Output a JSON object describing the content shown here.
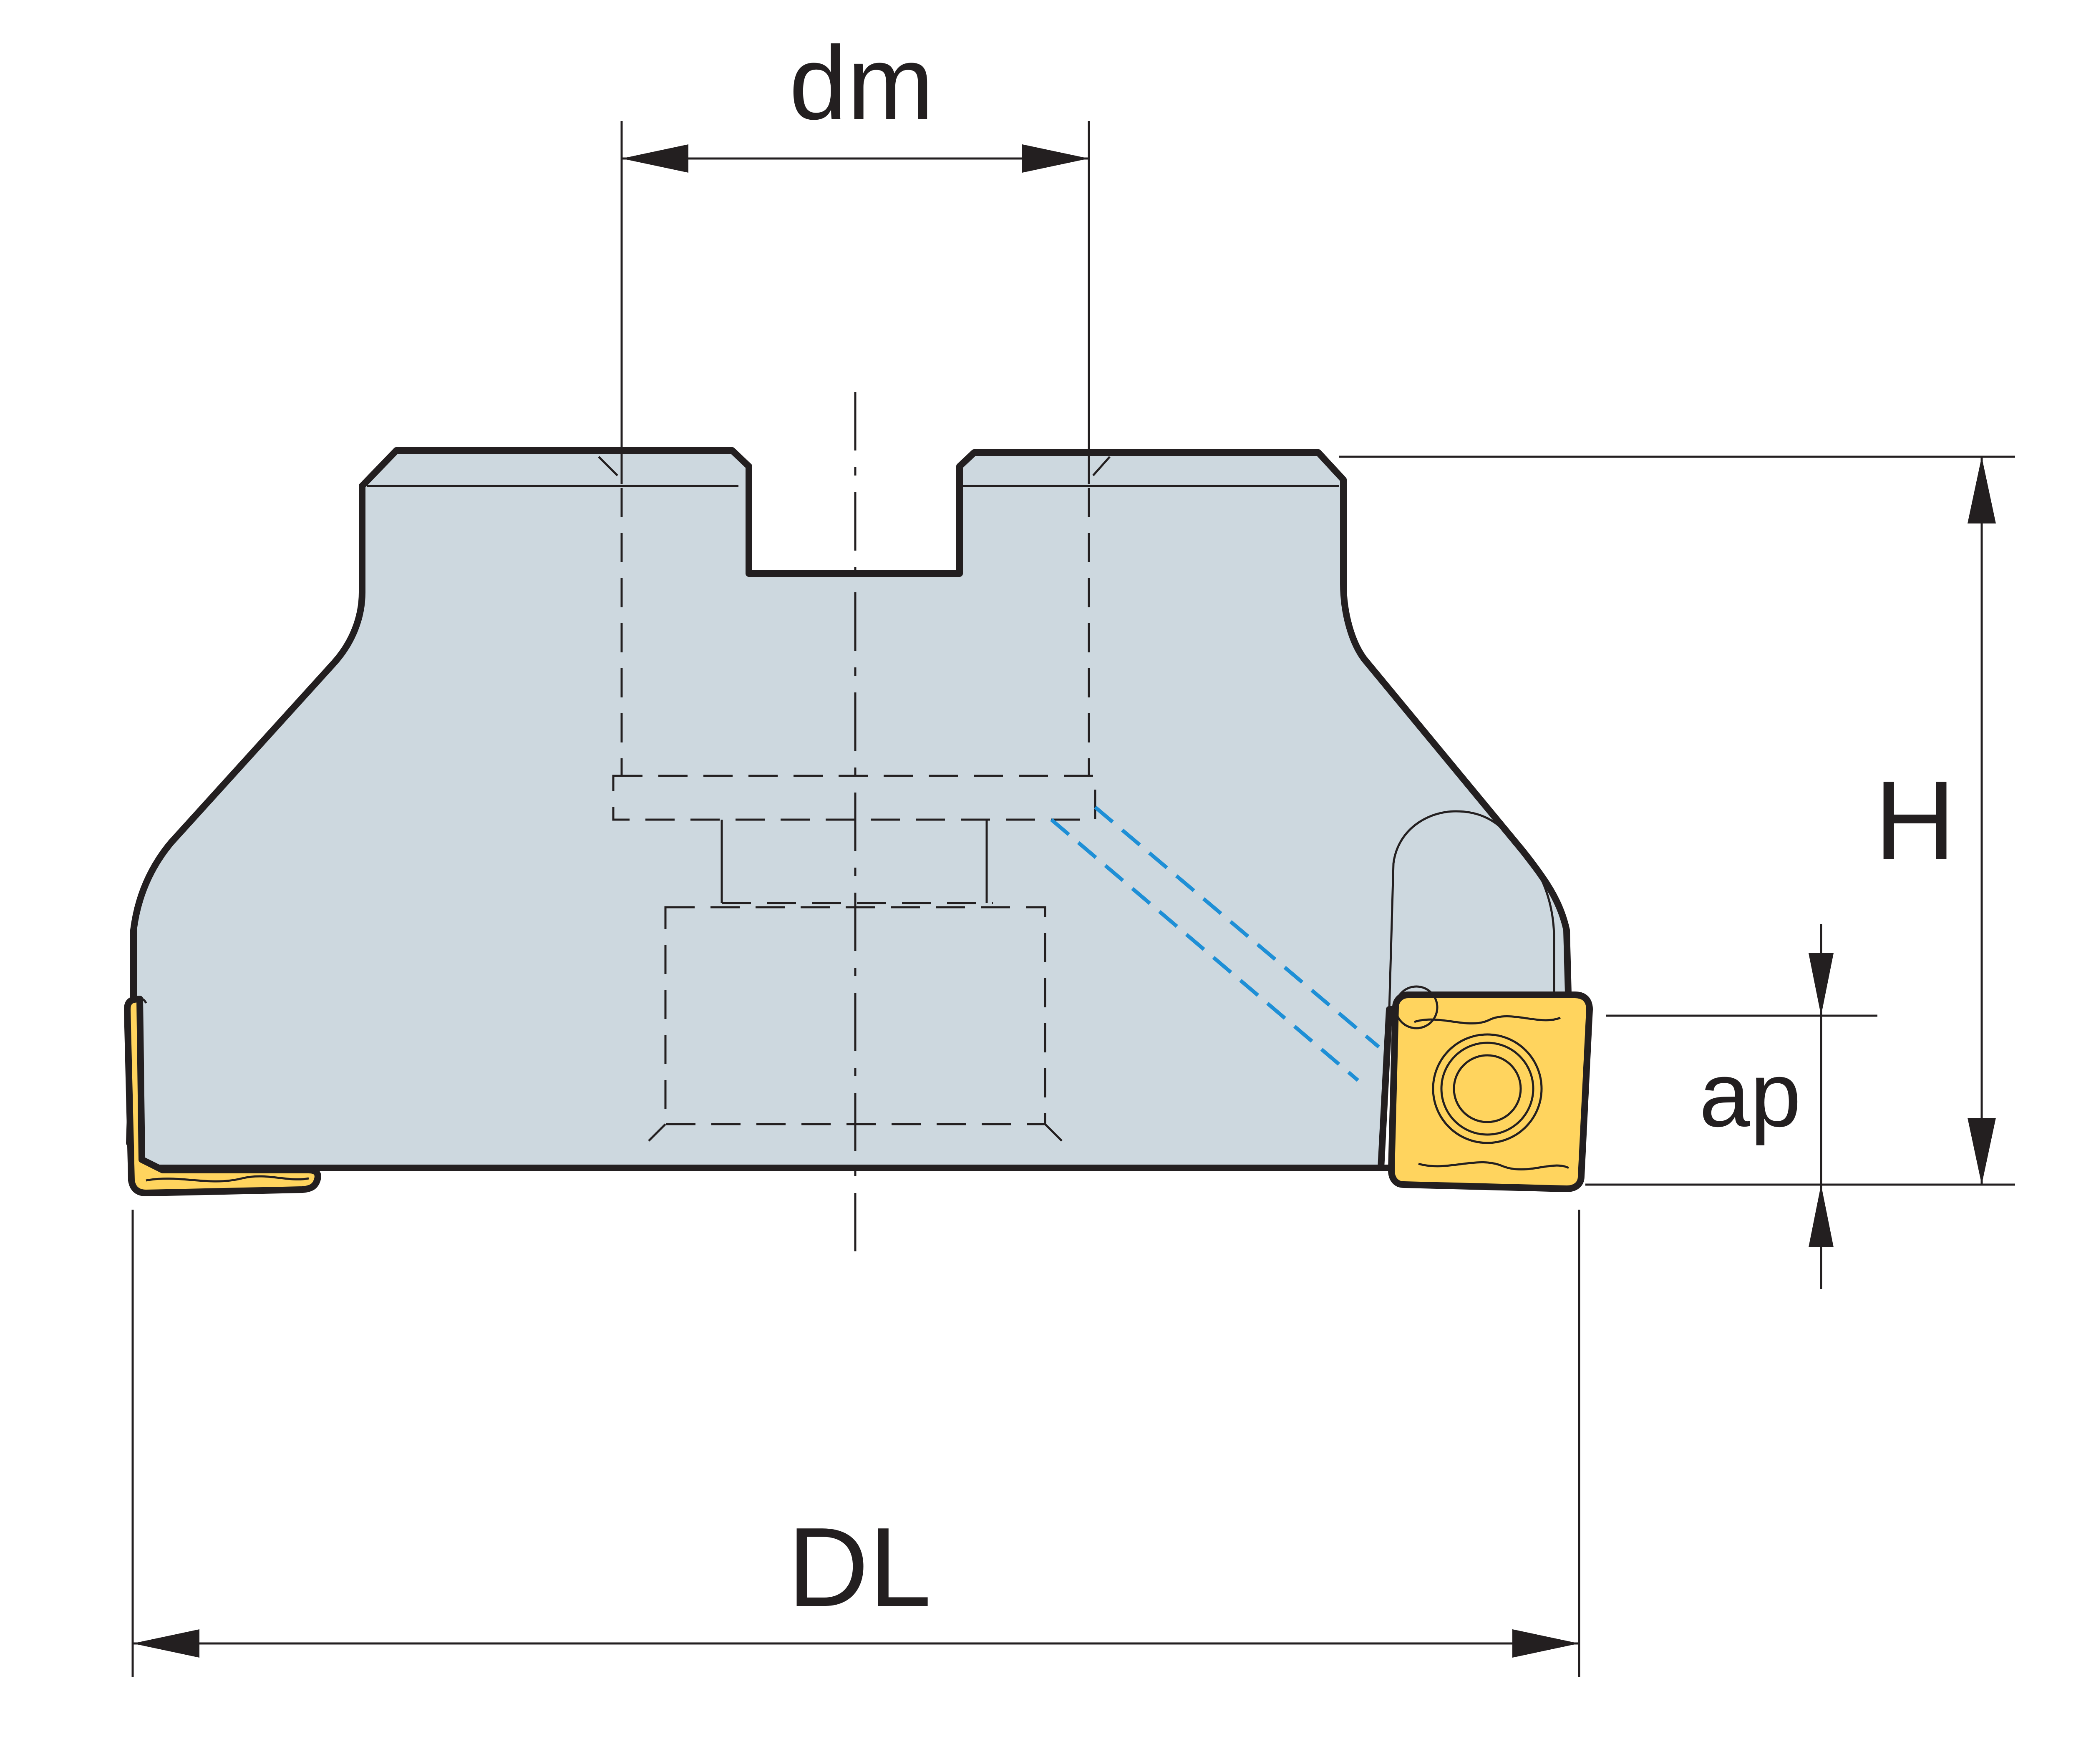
{
  "dimensions": {
    "dm": "dm",
    "H": "H",
    "ap": "ap",
    "DL": "DL"
  },
  "colors": {
    "body_fill": "#cdd8df",
    "insert_fill": "#ffd45e",
    "coolant_line": "#1e8fd6",
    "outline": "#231f20"
  }
}
